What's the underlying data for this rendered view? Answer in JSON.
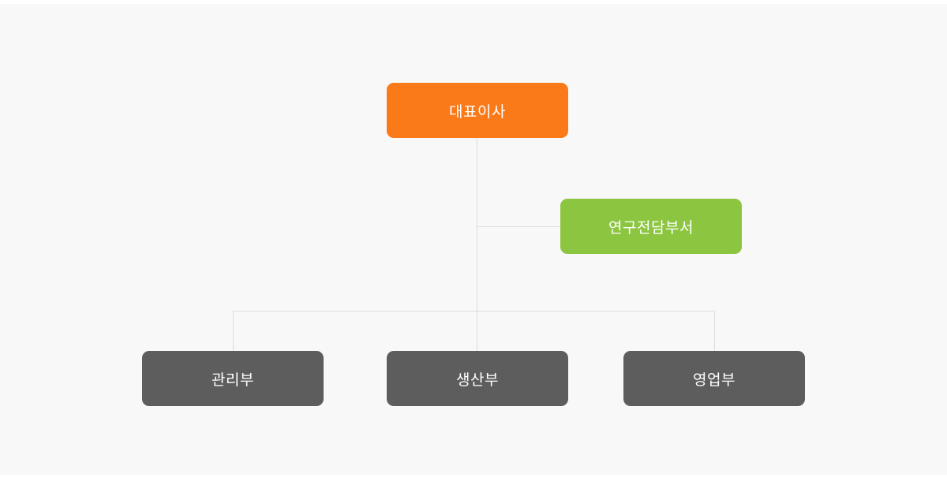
{
  "page": {
    "background": "#FFFFFF",
    "panel_background": "#F8F8F8"
  },
  "diagram": {
    "type": "org-chart",
    "connector_color": "#DDDDDD",
    "text_color": "#FFFFFF",
    "nodes": {
      "ceo": {
        "label": "대표이사",
        "color": "#FA7A1A",
        "level": 1
      },
      "research": {
        "label": "연구전담부서",
        "color": "#8CC641",
        "level": 2
      },
      "management": {
        "label": "관리부",
        "color": "#5D5D5D",
        "level": 3
      },
      "production": {
        "label": "생산부",
        "color": "#5D5D5D",
        "level": 3
      },
      "sales": {
        "label": "영업부",
        "color": "#5D5D5D",
        "level": 3
      }
    },
    "edges": [
      {
        "from": "ceo",
        "to": "research"
      },
      {
        "from": "ceo",
        "to": "management"
      },
      {
        "from": "ceo",
        "to": "production"
      },
      {
        "from": "ceo",
        "to": "sales"
      }
    ]
  }
}
